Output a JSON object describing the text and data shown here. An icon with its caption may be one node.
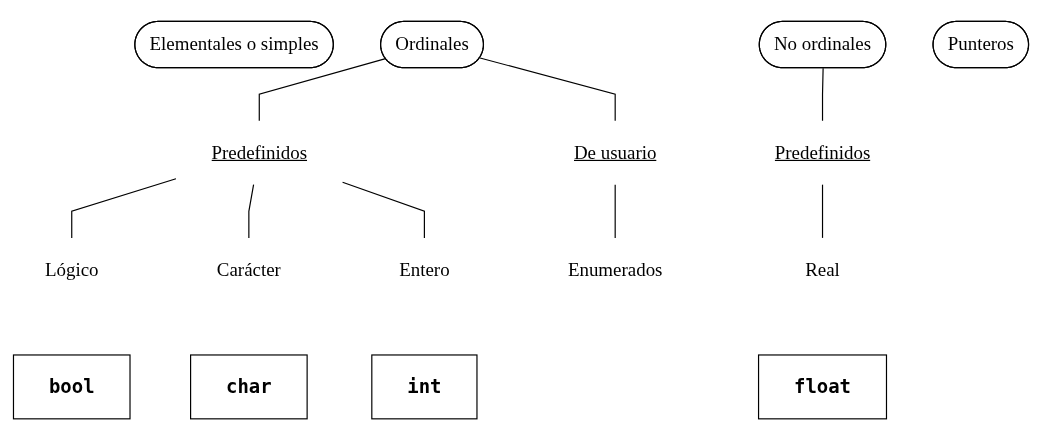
{
  "diagram": {
    "nodes": [
      {
        "text": [
          "Elementales o simples"
        ]
      },
      {
        "text": [
          "Ordinales"
        ]
      },
      {
        "text": [
          "No ordinales"
        ]
      },
      {
        "text": [
          "Punteros"
        ]
      },
      {
        "text": [
          "Predefinidos"
        ]
      },
      {
        "text": [
          "De usuario"
        ]
      },
      {
        "text": [
          "Predefinidos"
        ]
      },
      {
        "text": [
          "Lógico"
        ]
      },
      {
        "text": [
          "Carácter"
        ]
      },
      {
        "text": [
          "Entero"
        ]
      },
      {
        "text": [
          "Enumerados"
        ]
      },
      {
        "text": [
          "Real"
        ]
      },
      {
        "text": [
          "bool"
        ]
      },
      {
        "text": [
          "char"
        ]
      },
      {
        "text": [
          "int"
        ]
      },
      {
        "text": [
          "float"
        ]
      }
    ],
    "edges": [
      {
        "from": 1,
        "to": 4,
        "arrow": "none"
      },
      {
        "from": 1,
        "to": 5,
        "arrow": "none"
      },
      {
        "from": 2,
        "to": 6,
        "arrow": "none"
      },
      {
        "from": 4,
        "to": 7,
        "arrow": "none"
      },
      {
        "from": 4,
        "to": 8,
        "arrow": "none"
      },
      {
        "from": 4,
        "to": 9,
        "arrow": "none"
      },
      {
        "from": 5,
        "to": 10,
        "arrow": "none"
      },
      {
        "from": 6,
        "to": 11,
        "arrow": "none"
      }
    ]
  }
}
